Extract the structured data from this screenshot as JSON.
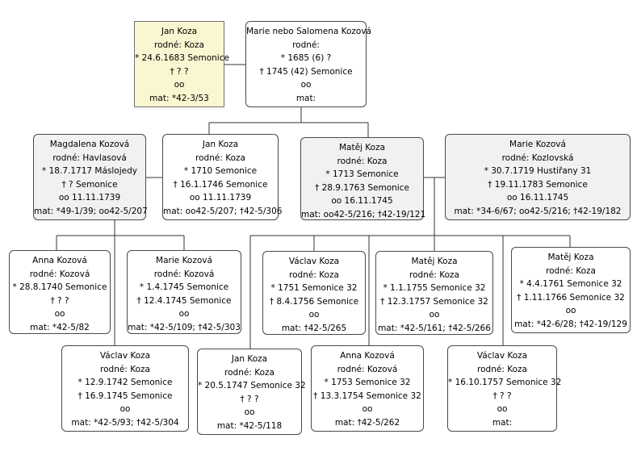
{
  "persons": {
    "jan_koza_1683": {
      "name": "Jan Koza",
      "birth_surname": "rodné: Koza",
      "born": "* 24.6.1683 Semonice",
      "died": "† ? ?",
      "married": "oo",
      "records": "mat: *42-3/53"
    },
    "marie_salomena": {
      "name": "Marie nebo Salomena Kozová",
      "birth_surname": "rodné:",
      "born": "* 1685 (6) ?",
      "died": "† 1745 (42) Semonice",
      "married": "oo",
      "records": "mat:"
    },
    "magdalena": {
      "name": "Magdalena Kozová",
      "birth_surname": "rodné: Havlasová",
      "born": "* 18.7.1717 Máslojedy",
      "died": "† ? Semonice",
      "married": "oo 11.11.1739",
      "records": "mat: *49-1/39; oo42-5/207"
    },
    "jan_koza_1710": {
      "name": "Jan Koza",
      "birth_surname": "rodné: Koza",
      "born": "* 1710 Semonice",
      "died": "† 16.1.1746 Semonice",
      "married": "oo 11.11.1739",
      "records": "mat: oo42-5/207; †42-5/306"
    },
    "matej_koza_1713": {
      "name": "Matěj Koza",
      "birth_surname": "rodné: Koza",
      "born": "* 1713 Semonice",
      "died": "† 28.9.1763 Semonice",
      "married": "oo 16.11.1745",
      "records": "mat: oo42-5/216; †42-19/121"
    },
    "marie_kozlovska": {
      "name": "Marie Kozová",
      "birth_surname": "rodné: Kozlovská",
      "born": "* 30.7.1719 Hustiřany 31",
      "died": "† 19.11.1783 Semonice",
      "married": "oo 16.11.1745",
      "records": "mat: *34-6/67; oo42-5/216; †42-19/182"
    },
    "anna_1740": {
      "name": "Anna Kozová",
      "birth_surname": "rodné: Kozová",
      "born": "* 28.8.1740 Semonice",
      "died": "† ? ?",
      "married": "oo",
      "records": "mat: *42-5/82"
    },
    "marie_1745": {
      "name": "Marie Kozová",
      "birth_surname": "rodné: Kozová",
      "born": "* 1.4.1745 Semonice",
      "died": "† 12.4.1745 Semonice",
      "married": "oo",
      "records": "mat: *42-5/109; †42-5/303"
    },
    "vaclav_1742": {
      "name": "Václav Koza",
      "birth_surname": "rodné: Koza",
      "born": "* 12.9.1742 Semonice",
      "died": "† 16.9.1745 Semonice",
      "married": "oo",
      "records": "mat: *42-5/93; †42-5/304"
    },
    "vaclav_1751": {
      "name": "Václav Koza",
      "birth_surname": "rodné: Koza",
      "born": "* 1751 Semonice 32",
      "died": "† 8.4.1756 Semonice",
      "married": "oo",
      "records": "mat: †42-5/265"
    },
    "matej_1755": {
      "name": "Matěj Koza",
      "birth_surname": "rodné: Koza",
      "born": "* 1.1.1755 Semonice 32",
      "died": "† 12.3.1757 Semonice 32",
      "married": "oo",
      "records": "mat: *42-5/161; †42-5/266"
    },
    "matej_1761": {
      "name": "Matěj Koza",
      "birth_surname": "rodné: Koza",
      "born": "* 4.4.1761 Semonice 32",
      "died": "† 1.11.1766 Semonice 32",
      "married": "oo",
      "records": "mat: *42-6/28; †42-19/129"
    },
    "jan_1747": {
      "name": "Jan Koza",
      "birth_surname": "rodné: Koza",
      "born": "* 20.5.1747 Semonice 32",
      "died": "† ? ?",
      "married": "oo",
      "records": "mat: *42-5/118"
    },
    "anna_1753": {
      "name": "Anna Kozová",
      "birth_surname": "rodné: Kozová",
      "born": "* 1753 Semonice 32",
      "died": "† 13.3.1754 Semonice 32",
      "married": "oo",
      "records": "mat: †42-5/262"
    },
    "vaclav_1757": {
      "name": "Václav Koza",
      "birth_surname": "rodné: Koza",
      "born": "* 16.10.1757 Semonice 32",
      "died": "† ? ?",
      "married": "oo",
      "records": "mat:"
    }
  }
}
